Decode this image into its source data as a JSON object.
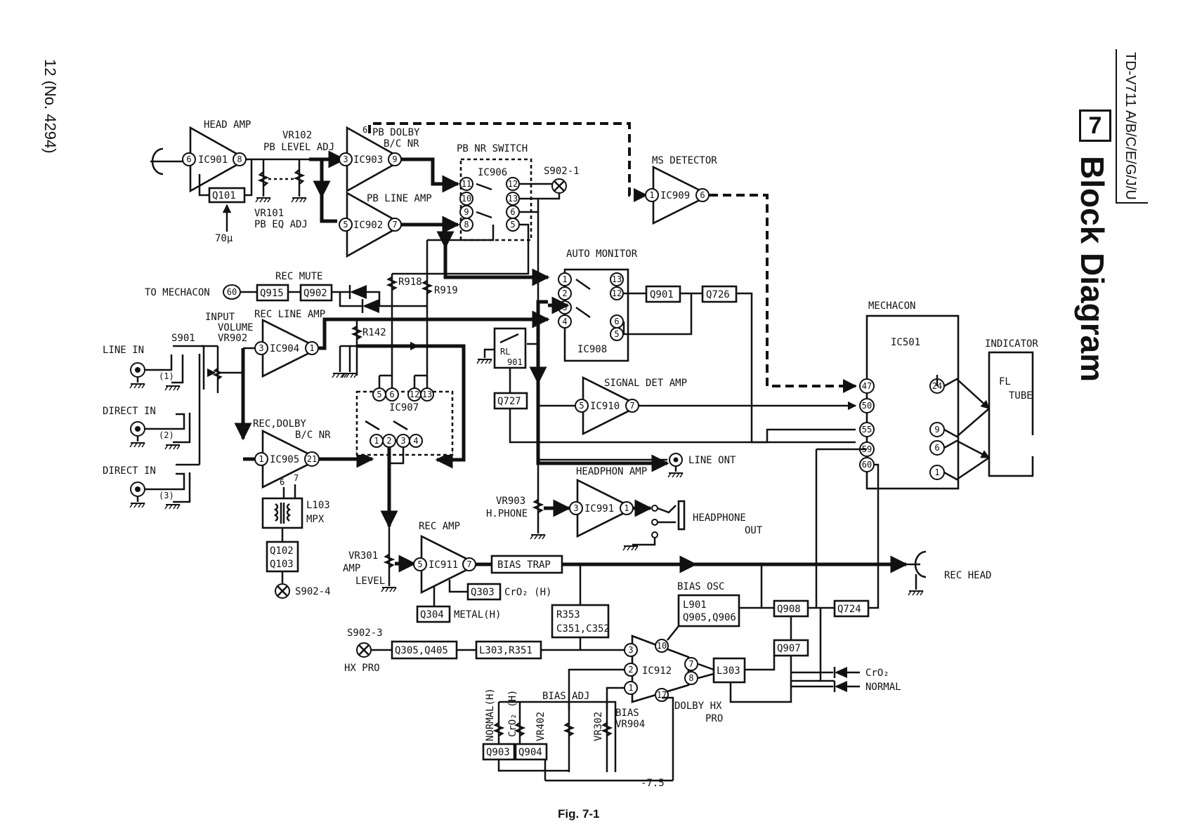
{
  "header": {
    "page_number": "12 (No. 4294)",
    "model": "TD-V711 A/B/C/E/G/J/U",
    "section_number": "7",
    "section_title": "Block Diagram"
  },
  "caption": "Fig. 7-1",
  "blocks": {
    "head_amp": "HEAD AMP",
    "ic901": "IC901",
    "q101": "Q101",
    "seventy_mu": "70μ",
    "vr102": "VR102",
    "pb_level_adj": "PB LEVEL ADJ",
    "vr101": "VR101",
    "pb_eq_adj": "PB EQ ADJ",
    "pb_dolby": "PB DOLBY",
    "bc_nr": "B/C NR",
    "ic903": "IC903",
    "pb_line_amp": "PB LINE AMP",
    "ic902": "IC902",
    "pb_nr_switch": "PB NR SWITCH",
    "ic906": "IC906",
    "s902_1": "S902-1",
    "ms_detector": "MS DETECTOR",
    "ic909": "IC909",
    "auto_monitor": "AUTO MONITOR",
    "ic908": "IC908",
    "q901": "Q901",
    "q726": "Q726",
    "rec_mute": "REC MUTE",
    "to_mechacon": "TO MECHACON",
    "q915": "Q915",
    "q902": "Q902",
    "r918": "R918",
    "r919": "R919",
    "input_volume": "INPUT",
    "volume": "VOLUME",
    "vr902": "VR902",
    "rec_line_amp": "REC LINE AMP",
    "ic904": "IC904",
    "r142": "R142",
    "s901": "S901",
    "line_in": "LINE IN",
    "direct_in_1": "DIRECT IN",
    "direct_in_2": "DIRECT IN",
    "rec_dolby": "REC,DOLBY",
    "rec_bc_nr": "B/C NR",
    "ic905": "IC905",
    "ic907": "IC907",
    "l103": "L103",
    "mpx": "MPX",
    "q102": "Q102",
    "q103": "Q103",
    "s902_4": "S902-4",
    "rl901_a": "RL",
    "rl901_b": "901",
    "q727": "Q727",
    "signal_det_amp": "SIGNAL DET AMP",
    "ic910": "IC910",
    "mechacon": "MECHACON",
    "ic501": "IC501",
    "indicator": "INDICATOR",
    "fl": "FL",
    "tube": "TUBE",
    "line_out": "LINE ONT",
    "headphon_amp": "HEADPHON AMP",
    "ic991": "IC991",
    "vr903": "VR903",
    "h_phone": "H.PHONE",
    "headphone_out_1": "HEADPHONE",
    "headphone_out_2": "OUT",
    "rec_amp": "REC AMP",
    "ic911": "IC911",
    "vr301": "VR301",
    "amp": "AMP",
    "level": "LEVEL",
    "bias_trap": "BIAS TRAP",
    "q303": "Q303",
    "cro2_h_label": "CrO₂ (H)",
    "q304": "Q304",
    "metal_h": "METAL(H)",
    "rec_head": "REC HEAD",
    "bias_osc": "BIAS OSC",
    "l901": "L901",
    "q905_q906": "Q905,Q906",
    "q908": "Q908",
    "q724": "Q724",
    "q907": "Q907",
    "r353": "R353",
    "c351_c352": "C351,C352",
    "s902_3": "S902-3",
    "hx_pro": "HX PRO",
    "q305_q405": "Q305,Q405",
    "l303_r351": "L303,R351",
    "ic912": "IC912",
    "l303": "L303",
    "cro2": "CrO₂",
    "normal": "NORMAL",
    "dolby_hx": "DOLBY HX",
    "pro": "PRO",
    "bias_adj": "BIAS  ADJ",
    "bias": "BIAS",
    "vr904": "VR904",
    "normal_h": "NORMAL(H)",
    "cro2_h": "CrO₂ (H)",
    "vr402": "VR402",
    "vr302": "VR302",
    "q903": "Q903",
    "q904": "Q904",
    "minus_7_5": "-7.5",
    "in1": "(1)",
    "in2": "(2)",
    "in3": "(3)"
  },
  "pins": {
    "ic901_in": "6",
    "ic901_out": "8",
    "ic903_in": "3",
    "ic903_out": "9",
    "ic903_top": "6",
    "ic902_in": "5",
    "ic902_out": "7",
    "ic906": [
      "11",
      "10",
      "9",
      "8",
      "12",
      "13",
      "6",
      "5"
    ],
    "ic909_in": "1",
    "ic909_out": "6",
    "ic908": [
      "1",
      "2",
      "3",
      "4",
      "13",
      "12",
      "6",
      "5"
    ],
    "mechacon_pin": "60",
    "ic904_in": "3",
    "ic904_out": "1",
    "ic907_top": [
      "5",
      "6",
      "12",
      "13"
    ],
    "ic907_bot": [
      "1",
      "2",
      "3",
      "4"
    ],
    "ic905_in": "1",
    "ic905_out": "21",
    "ic905_6": "6",
    "ic905_7": "7",
    "ic910_in": "5",
    "ic910_out": "7",
    "ic501_left": [
      "47",
      "50",
      "55",
      "59",
      "60"
    ],
    "ic501_right": [
      "24",
      "9",
      "6",
      "1"
    ],
    "ic991_in": "3",
    "ic991_out": "1",
    "ic911_in": "5",
    "ic911_out": "7",
    "ic912_left": [
      "3",
      "2",
      "1"
    ],
    "ic912_right": [
      "10",
      "7",
      "8",
      "17"
    ]
  }
}
